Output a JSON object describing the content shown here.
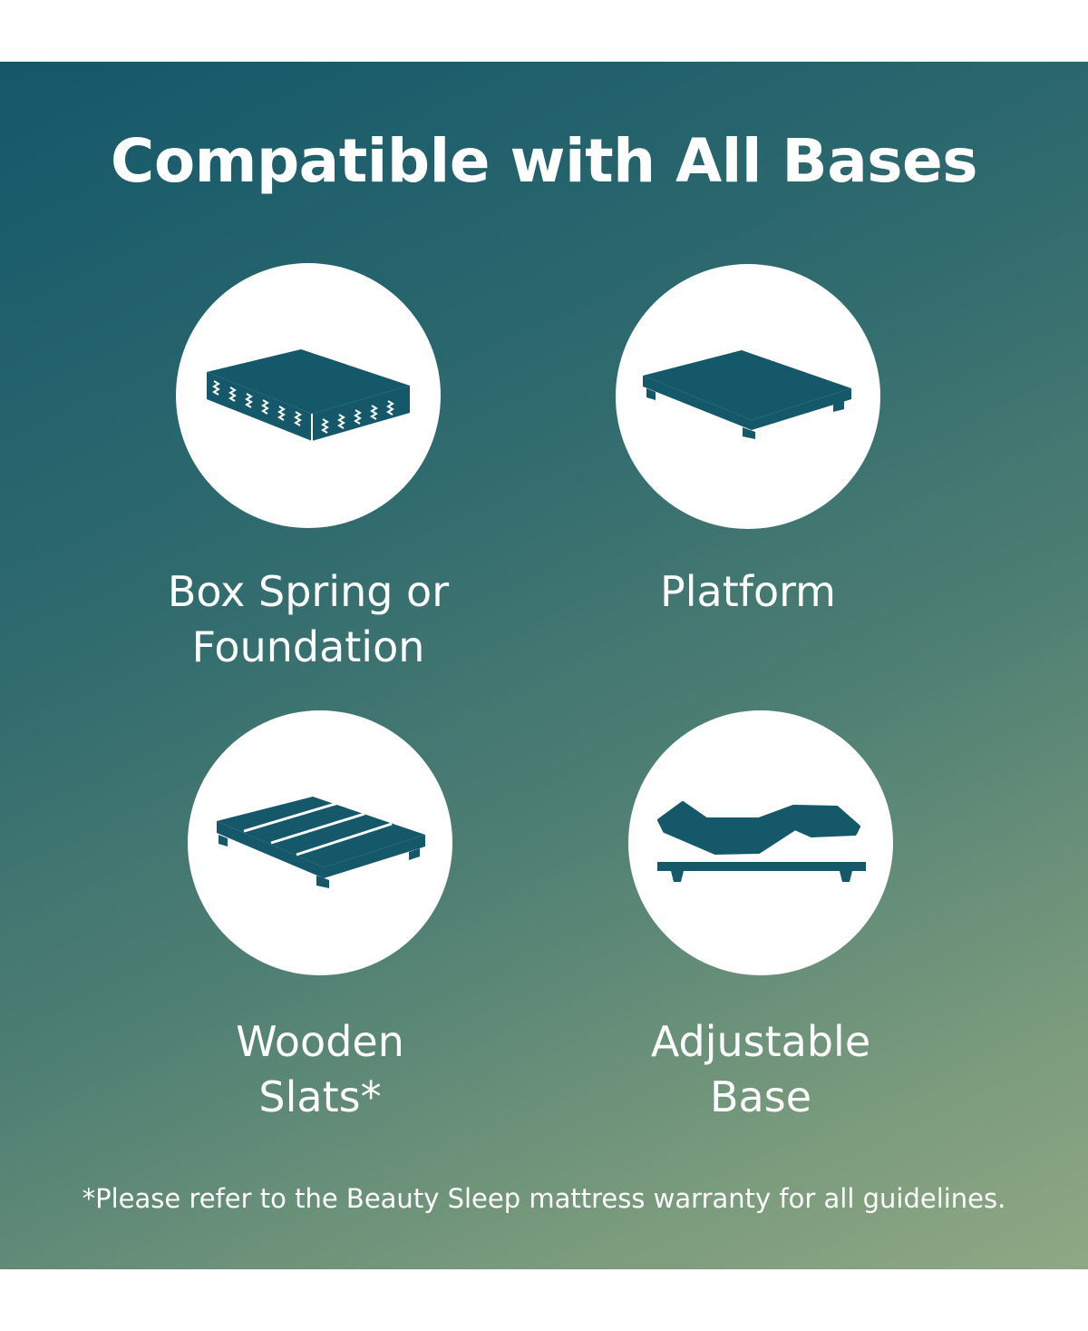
{
  "title": "Compatible with All Bases",
  "colors": {
    "icon": "#14586a",
    "circle": "#ffffff",
    "text": "#ffffff",
    "gradient_start": "#14586a",
    "gradient_end": "#8fa884"
  },
  "bases": [
    {
      "label": "Box Spring or\nFoundation",
      "icon": "box-spring-icon"
    },
    {
      "label": "Platform",
      "icon": "platform-bed-icon"
    },
    {
      "label": "Wooden\nSlats*",
      "icon": "wooden-slats-icon"
    },
    {
      "label": "Adjustable\nBase",
      "icon": "adjustable-base-icon"
    }
  ],
  "footnote": "*Please refer to the Beauty Sleep mattress warranty for all guidelines."
}
